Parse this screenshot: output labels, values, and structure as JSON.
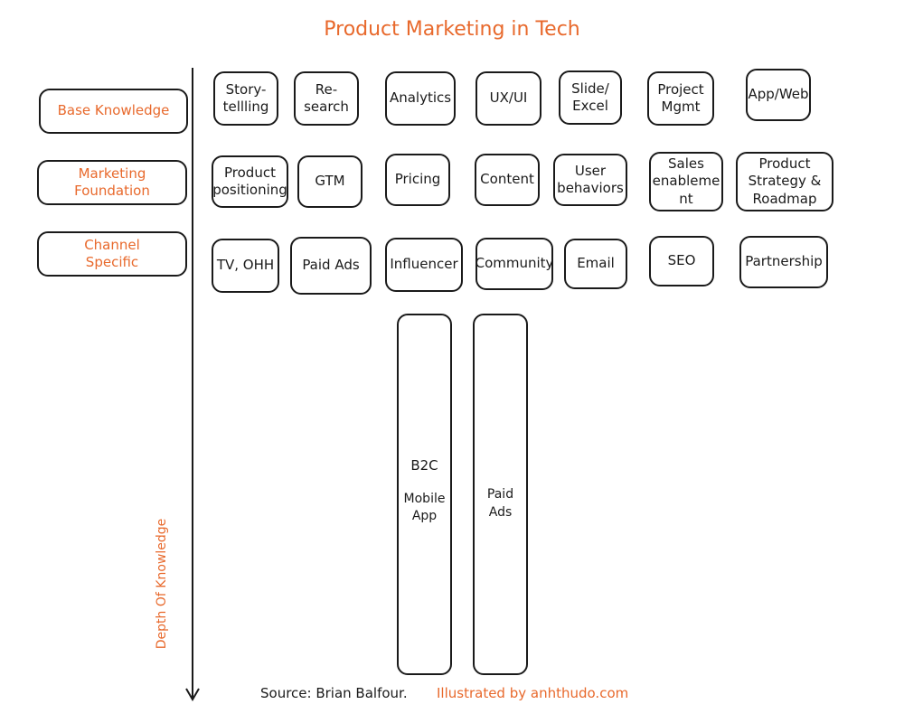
{
  "title": "Product Marketing in Tech",
  "rows": [
    {
      "label": "Base Knowledge",
      "items": [
        "Story-\ntellling",
        "Re-\nsearch",
        "Analytics",
        "UX/UI",
        "Slide/\nExcel",
        "Project\nMgmt",
        "App/Web"
      ]
    },
    {
      "label": "Marketing\nFoundation",
      "items": [
        "Product\npositioning",
        "GTM",
        "Pricing",
        "Content",
        "User\nbehaviors",
        "Sales\nenableme\nnt",
        "Product\nStrategy &\nRoadmap"
      ]
    },
    {
      "label": "Channel\nSpecific",
      "items": [
        "TV, OHH",
        "Paid Ads",
        "Influencer",
        "Community",
        "Email",
        "SEO",
        "Partnership"
      ]
    }
  ],
  "depth_columns": [
    {
      "heading": "B2C",
      "text": "Mobile\nApp"
    },
    {
      "heading": "",
      "text": "Paid\nAds"
    }
  ],
  "axis_label": "Depth Of Knowledge",
  "source": "Source: Brian Balfour.",
  "credit": "Illustrated by anhthudo.com",
  "colors": {
    "accent": "#e8692c",
    "ink": "#1a1a1a"
  }
}
